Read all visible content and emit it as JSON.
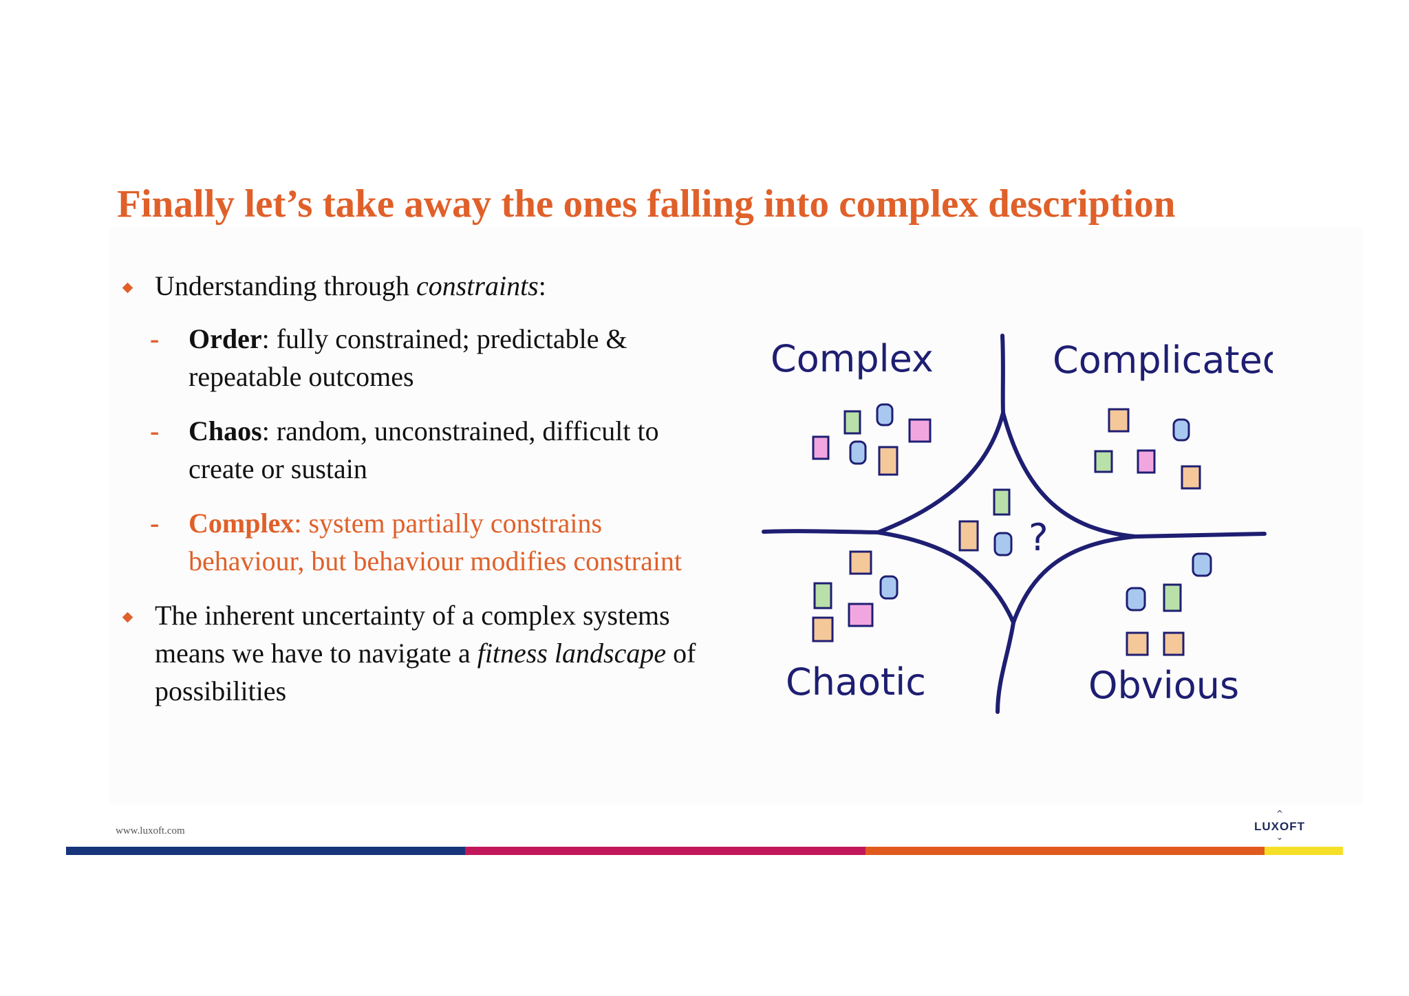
{
  "slide": {
    "title": "Finally let’s take away the ones falling into complex description",
    "bullet1": {
      "text": "Understanding through ",
      "emphasis": "constraints",
      "suffix": ":"
    },
    "items": [
      {
        "term": "Order",
        "desc": ": fully constrained; predictable & repeatable outcomes"
      },
      {
        "term": "Chaos",
        "desc": ": random, unconstrained, difficult to create or sustain"
      },
      {
        "term": "Complex",
        "desc": ": system partially constrains behaviour, but behaviour modifies constraint"
      }
    ],
    "bullet2": {
      "text": "The inherent uncertainty of a complex systems means we have to navigate a ",
      "emphasis": "fitness landscape",
      "suffix": " of possibilities"
    },
    "bullet_marker": "diamond-icon",
    "sub_marker": "-"
  },
  "diagram": {
    "labels": {
      "top_left": "Complex",
      "top_right": "Complicated",
      "bottom_left": "Chaotic",
      "bottom_right": "Obvious",
      "center": "?"
    },
    "colors": {
      "ink": "#1e1e72",
      "pink": "#f2a6e0",
      "green": "#b8e0a8",
      "blue": "#a8c8f0",
      "orange": "#f5c89a"
    }
  },
  "footer": {
    "url": "www.luxoft.com",
    "logo": "LUXOFT",
    "stripe_colors": [
      "#16357a",
      "#c2185b",
      "#e05a1e",
      "#f6e027"
    ]
  },
  "colors": {
    "accent": "#e0602a",
    "text": "#111111"
  }
}
